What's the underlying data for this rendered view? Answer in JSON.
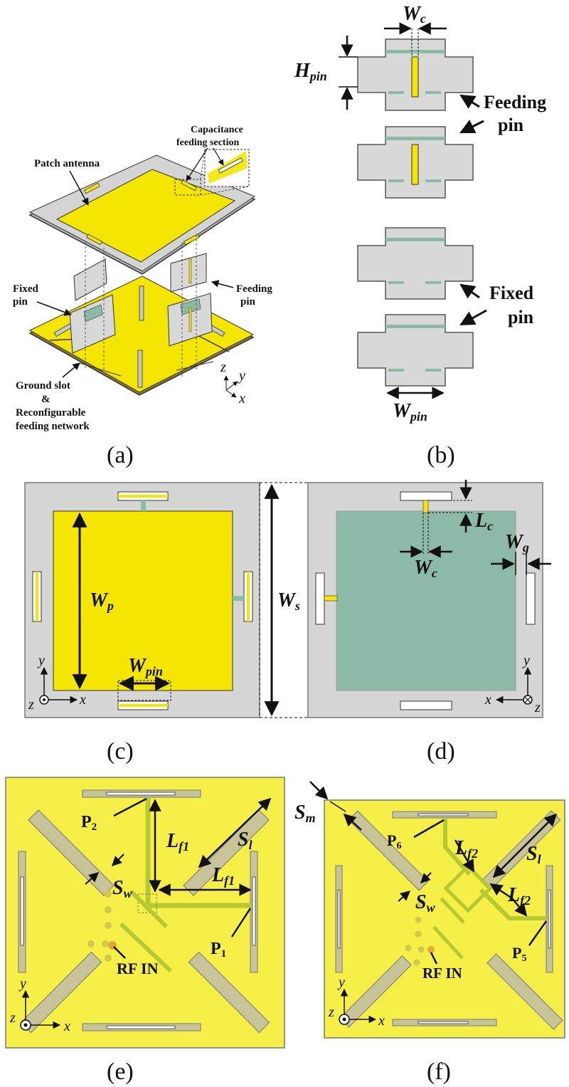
{
  "captions": {
    "a": "(a)",
    "b": "(b)",
    "c": "(c)",
    "d": "(d)",
    "e": "(e)",
    "f": "(f)"
  },
  "panel_a": {
    "patch_antenna": "Patch antenna",
    "cap_feed_1": "Capacitance",
    "cap_feed_2": "feeding section",
    "fixed_pin_1": "Fixed",
    "fixed_pin_2": "pin",
    "feeding_pin_1": "Feeding",
    "feeding_pin_2": "pin",
    "ground_1": "Ground slot",
    "ground_2": "&",
    "ground_3": "Reconfigurable",
    "ground_4": "feeding network",
    "axis_x": "x",
    "axis_y": "y",
    "axis_z": "z"
  },
  "panel_b": {
    "wc": "W",
    "wc_sub": "c",
    "hpin": "H",
    "hpin_sub": "pin",
    "feeding_1": "Feeding",
    "feeding_2": "pin",
    "fixed_1": "Fixed",
    "fixed_2": "pin",
    "wpin": "W",
    "wpin_sub": "pin"
  },
  "panel_c": {
    "wp": "W",
    "wp_sub": "p",
    "wpin": "W",
    "wpin_sub": "pin",
    "ws": "W",
    "ws_sub": "s",
    "axis_x": "x",
    "axis_y": "y",
    "axis_z": "z"
  },
  "panel_d": {
    "lc": "L",
    "lc_sub": "c",
    "wc": "W",
    "wc_sub": "c",
    "wg": "W",
    "wg_sub": "g",
    "axis_x": "x",
    "axis_y": "y",
    "axis_z": "z"
  },
  "panel_e": {
    "p2": "P",
    "p2_sub": "2",
    "lf1_a": "L",
    "lf1_a_sub": "f1",
    "lf1_b": "L",
    "lf1_b_sub": "f1",
    "sl": "S",
    "sl_sub": "l",
    "sw": "S",
    "sw_sub": "w",
    "p1": "P",
    "p1_sub": "1",
    "rf": "RF IN",
    "axis_x": "x",
    "axis_y": "y",
    "axis_z": "z"
  },
  "panel_f": {
    "sm": "S",
    "sm_sub": "m",
    "p6": "P",
    "p6_sub": "6",
    "lf2_a": "L",
    "lf2_a_sub": "f2",
    "lf2_b": "L",
    "lf2_b_sub": "f2",
    "sl": "S",
    "sl_sub": "l",
    "sw": "S",
    "sw_sub": "w",
    "p5": "P",
    "p5_sub": "5",
    "rf": "RF IN",
    "axis_x": "x",
    "axis_y": "y",
    "axis_z": "z"
  },
  "colors": {
    "yellow": "#f4e600",
    "board": "#f5ef47",
    "gray": "#d6d6d6",
    "green": "#8dbaa6",
    "slot": "#c9c39a",
    "trace": "#b8c830"
  }
}
